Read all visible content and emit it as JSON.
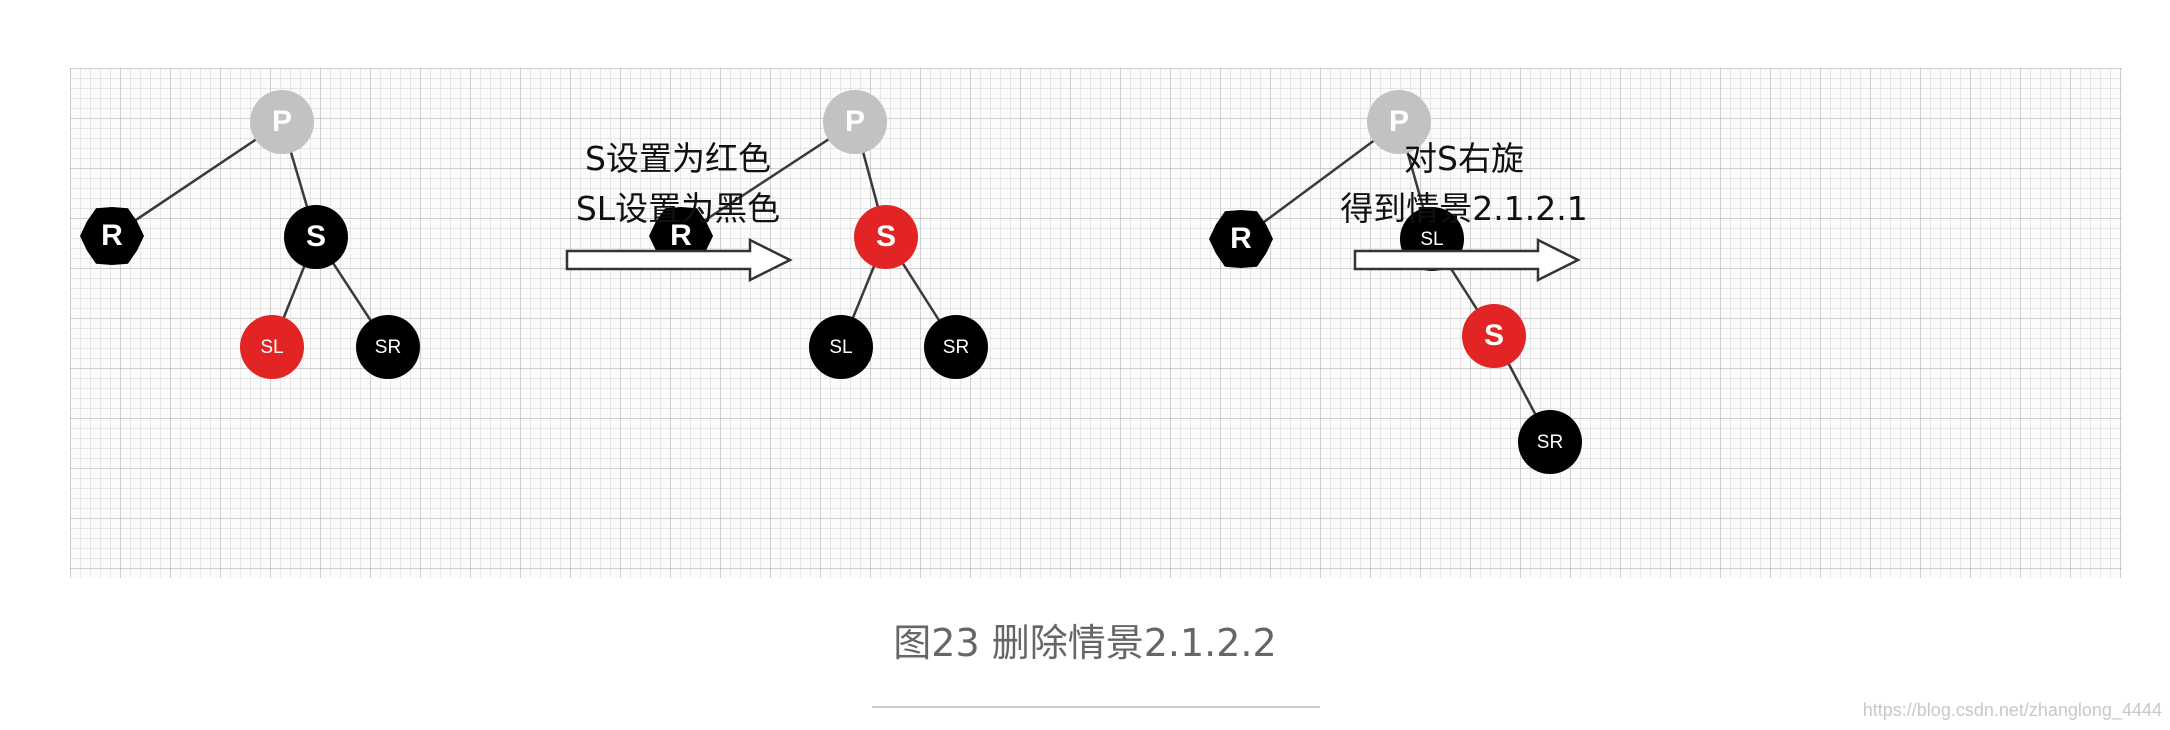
{
  "colors": {
    "node_black": "#000000",
    "node_red": "#e22424",
    "node_gray": "#c2c2c2",
    "edge": "#3a3a3a",
    "caption": "#666666"
  },
  "steps": [
    {
      "line1": "S设置为红色",
      "line2": "SL设置为黑色"
    },
    {
      "line1": "对S右旋",
      "line2": "得到情景2.1.2.1"
    }
  ],
  "trees": [
    {
      "nodes": [
        {
          "id": "P",
          "label": "P",
          "color": "gray"
        },
        {
          "id": "R",
          "label": "R",
          "color": "black"
        },
        {
          "id": "S",
          "label": "S",
          "color": "black"
        },
        {
          "id": "SL",
          "label": "SL",
          "color": "red"
        },
        {
          "id": "SR",
          "label": "SR",
          "color": "black"
        }
      ],
      "edges": [
        [
          "P",
          "R"
        ],
        [
          "P",
          "S"
        ],
        [
          "S",
          "SL"
        ],
        [
          "S",
          "SR"
        ]
      ]
    },
    {
      "nodes": [
        {
          "id": "P",
          "label": "P",
          "color": "gray"
        },
        {
          "id": "R",
          "label": "R",
          "color": "black"
        },
        {
          "id": "S",
          "label": "S",
          "color": "red"
        },
        {
          "id": "SL",
          "label": "SL",
          "color": "black"
        },
        {
          "id": "SR",
          "label": "SR",
          "color": "black"
        }
      ],
      "edges": [
        [
          "P",
          "R"
        ],
        [
          "P",
          "S"
        ],
        [
          "S",
          "SL"
        ],
        [
          "S",
          "SR"
        ]
      ]
    },
    {
      "nodes": [
        {
          "id": "P",
          "label": "P",
          "color": "gray"
        },
        {
          "id": "R",
          "label": "R",
          "color": "black"
        },
        {
          "id": "SL",
          "label": "SL",
          "color": "black"
        },
        {
          "id": "S",
          "label": "S",
          "color": "red"
        },
        {
          "id": "SR",
          "label": "SR",
          "color": "black"
        }
      ],
      "edges": [
        [
          "P",
          "R"
        ],
        [
          "P",
          "SL"
        ],
        [
          "SL",
          "S"
        ],
        [
          "S",
          "SR"
        ]
      ]
    }
  ],
  "caption": "图23 删除情景2.1.2.2",
  "watermark": "https://blog.csdn.net/zhanglong_4444"
}
